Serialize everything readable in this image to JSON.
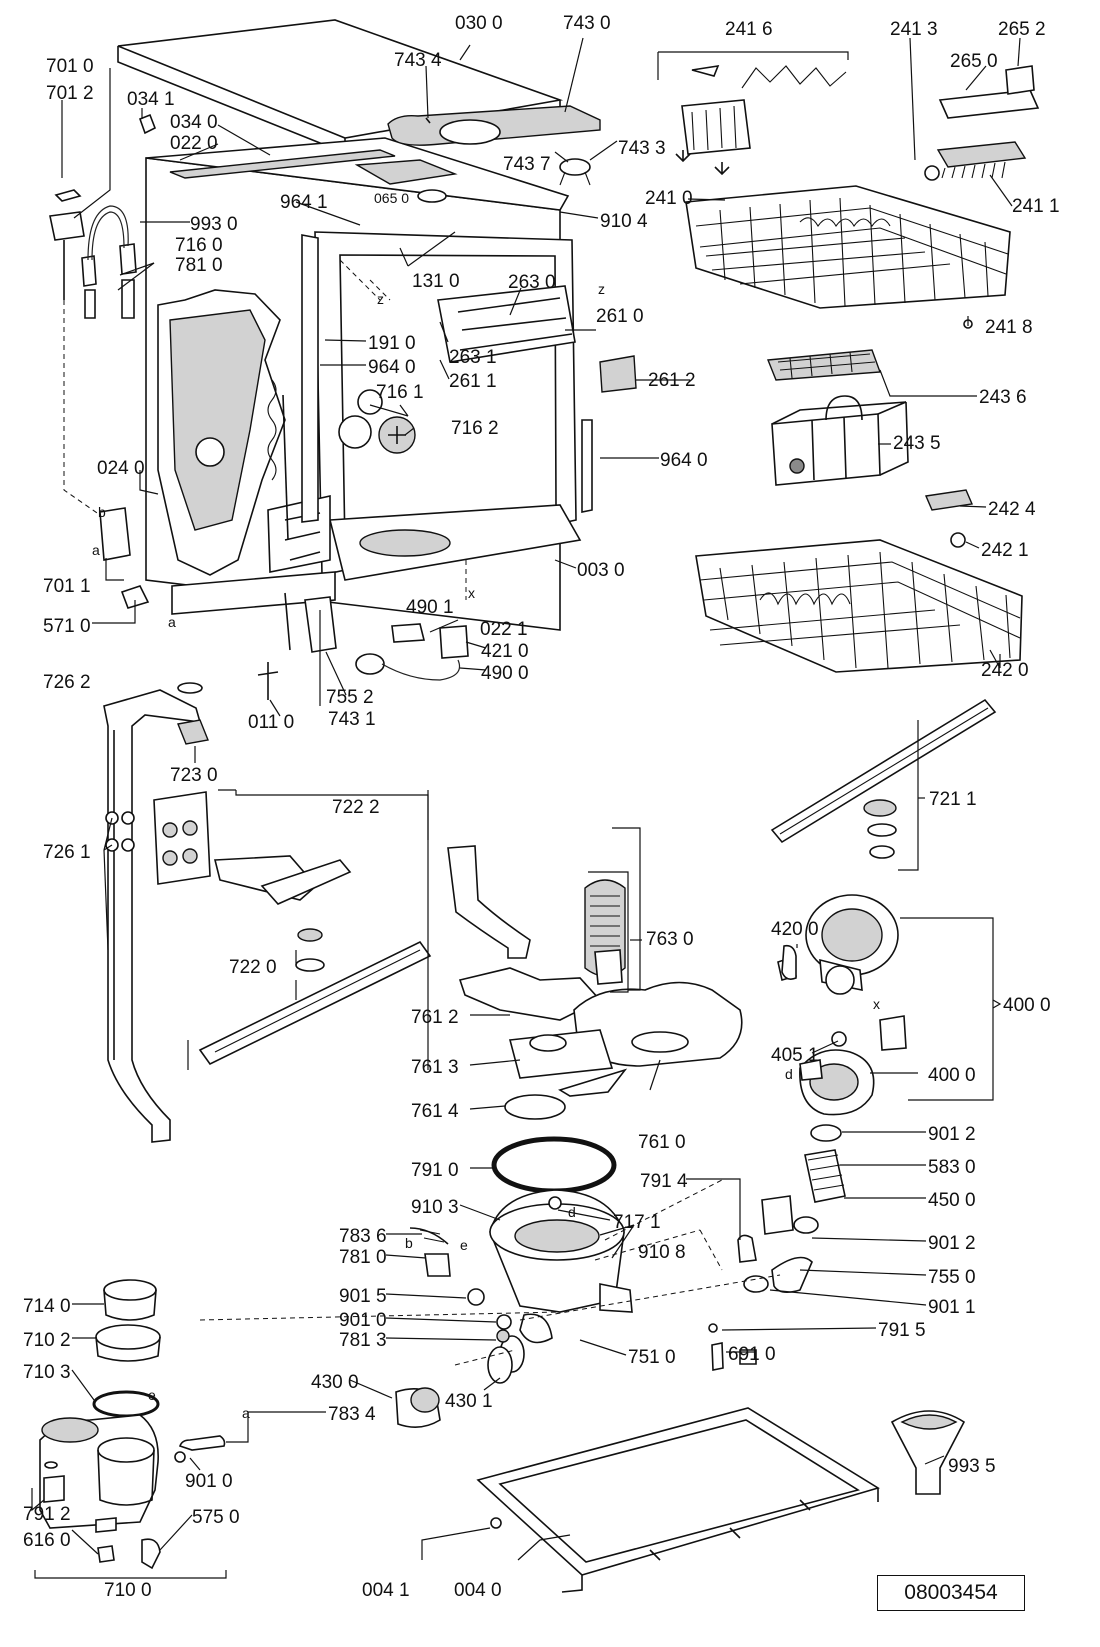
{
  "drawing_number": "08003454",
  "part_labels": [
    {
      "code": "030 0"
    },
    {
      "code": "743 0"
    },
    {
      "code": "743 4"
    },
    {
      "code": "241 6"
    },
    {
      "code": "241 3"
    },
    {
      "code": "265 2"
    },
    {
      "code": "265 0"
    },
    {
      "code": "701 0"
    },
    {
      "code": "701 2"
    },
    {
      "code": "034 1"
    },
    {
      "code": "034 0"
    },
    {
      "code": "022 0"
    },
    {
      "code": "743 7"
    },
    {
      "code": "743 3"
    },
    {
      "code": "241 0"
    },
    {
      "code": "241 1"
    },
    {
      "code": "065 0"
    },
    {
      "code": "910 4"
    },
    {
      "code": "964 1"
    },
    {
      "code": "993 0"
    },
    {
      "code": "716 0"
    },
    {
      "code": "781 0"
    },
    {
      "code": "131 0"
    },
    {
      "code": "263 0"
    },
    {
      "code": "261 0"
    },
    {
      "code": "241 8"
    },
    {
      "code": "191 0"
    },
    {
      "code": "263 1"
    },
    {
      "code": "964 0"
    },
    {
      "code": "261 1"
    },
    {
      "code": "261 2"
    },
    {
      "code": "243 6"
    },
    {
      "code": "716 1"
    },
    {
      "code": "716 2"
    },
    {
      "code": "243 5"
    },
    {
      "code": "964 0"
    },
    {
      "code": "024 0"
    },
    {
      "code": "242 4"
    },
    {
      "code": "242 1"
    },
    {
      "code": "701 1"
    },
    {
      "code": "003 0"
    },
    {
      "code": "490 1"
    },
    {
      "code": "571 0"
    },
    {
      "code": "022 1"
    },
    {
      "code": "421 0"
    },
    {
      "code": "490 0"
    },
    {
      "code": "242 0"
    },
    {
      "code": "726 2"
    },
    {
      "code": "755 2"
    },
    {
      "code": "011 0"
    },
    {
      "code": "743 1"
    },
    {
      "code": "723 0"
    },
    {
      "code": "722 2"
    },
    {
      "code": "721 1"
    },
    {
      "code": "726 1"
    },
    {
      "code": "763 0"
    },
    {
      "code": "420 0"
    },
    {
      "code": "722 0"
    },
    {
      "code": "400 0"
    },
    {
      "code": "761 2"
    },
    {
      "code": "405 1"
    },
    {
      "code": "761 3"
    },
    {
      "code": "400 0"
    },
    {
      "code": "761 4"
    },
    {
      "code": "761 0"
    },
    {
      "code": "901 2"
    },
    {
      "code": "791 0"
    },
    {
      "code": "583 0"
    },
    {
      "code": "791 4"
    },
    {
      "code": "910 3"
    },
    {
      "code": "717 1"
    },
    {
      "code": "450 0"
    },
    {
      "code": "910 8"
    },
    {
      "code": "783 6"
    },
    {
      "code": "901 2"
    },
    {
      "code": "781 0"
    },
    {
      "code": "755 0"
    },
    {
      "code": "901 5"
    },
    {
      "code": "901 1"
    },
    {
      "code": "714 0"
    },
    {
      "code": "901 0"
    },
    {
      "code": "781 3"
    },
    {
      "code": "791 5"
    },
    {
      "code": "710 2"
    },
    {
      "code": "751 0"
    },
    {
      "code": "691 0"
    },
    {
      "code": "710 3"
    },
    {
      "code": "430 0"
    },
    {
      "code": "430 1"
    },
    {
      "code": "783 4"
    },
    {
      "code": "993 5"
    },
    {
      "code": "901 0"
    },
    {
      "code": "791 2"
    },
    {
      "code": "575 0"
    },
    {
      "code": "616 0"
    },
    {
      "code": "710 0"
    },
    {
      "code": "004 1"
    },
    {
      "code": "004 0"
    }
  ],
  "connector_tags": [
    {
      "text": "z"
    },
    {
      "text": "z"
    },
    {
      "text": "b"
    },
    {
      "text": "a"
    },
    {
      "text": "a"
    },
    {
      "text": "x"
    },
    {
      "text": "x"
    },
    {
      "text": "d"
    },
    {
      "text": "d"
    },
    {
      "text": "b"
    },
    {
      "text": "e"
    },
    {
      "text": "e"
    },
    {
      "text": "a"
    }
  ]
}
